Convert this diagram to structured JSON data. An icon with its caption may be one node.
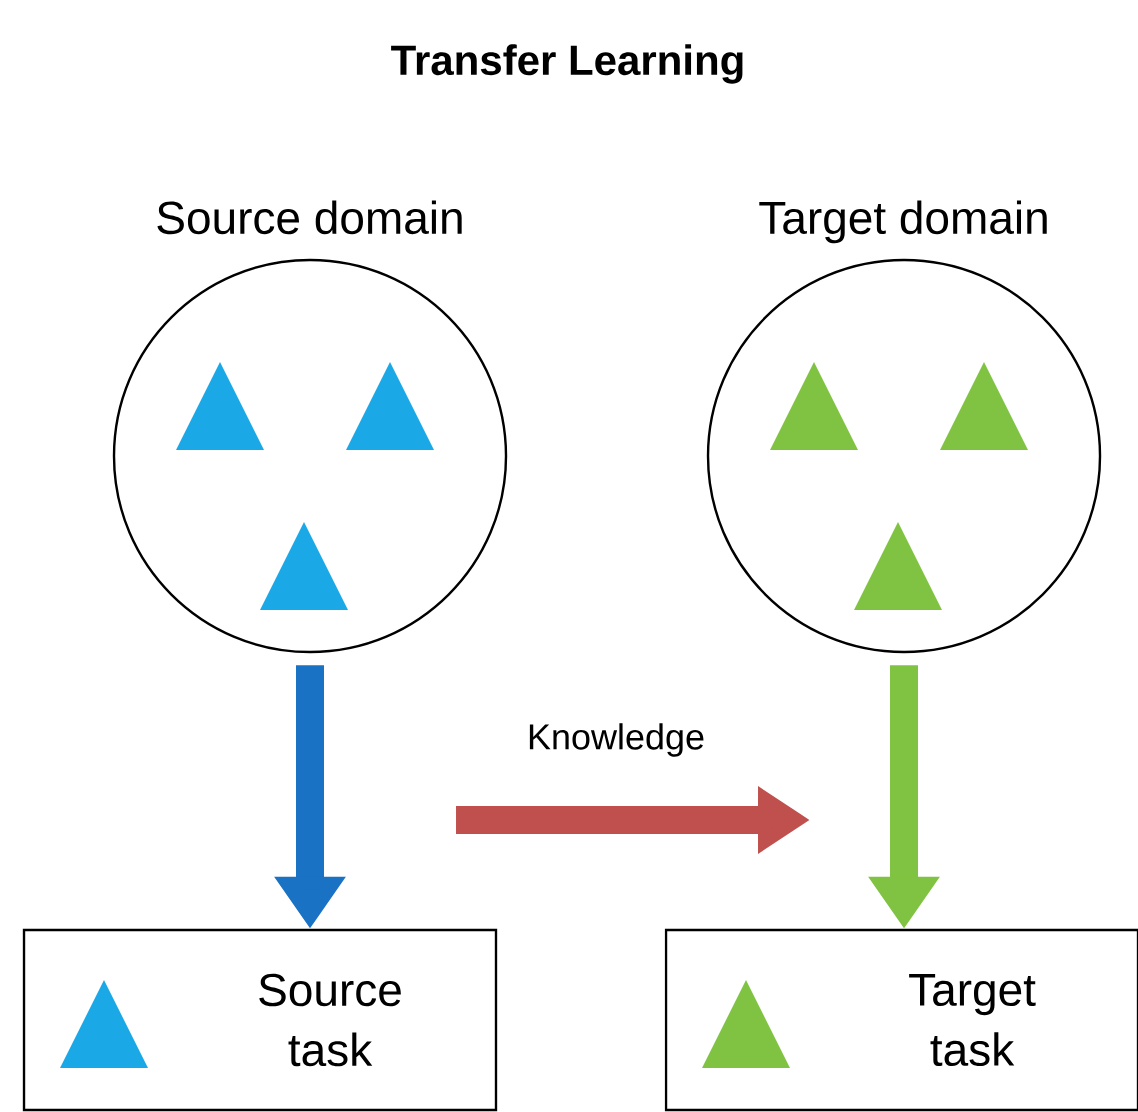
{
  "diagram": {
    "title": "Transfer Learning",
    "nodes": [
      {
        "text": [
          "Source domain"
        ]
      },
      {
        "text": [
          "Target domain"
        ]
      },
      {
        "text": [
          "Source task"
        ]
      },
      {
        "text": [
          "Target task"
        ]
      }
    ],
    "edges": [
      {
        "from": 0,
        "to": 2,
        "arrow": "to",
        "color": "#1a72c4"
      },
      {
        "from": 1,
        "to": 3,
        "arrow": "to",
        "color": "#80c342"
      }
    ],
    "labels": [
      "Knowledge"
    ]
  }
}
